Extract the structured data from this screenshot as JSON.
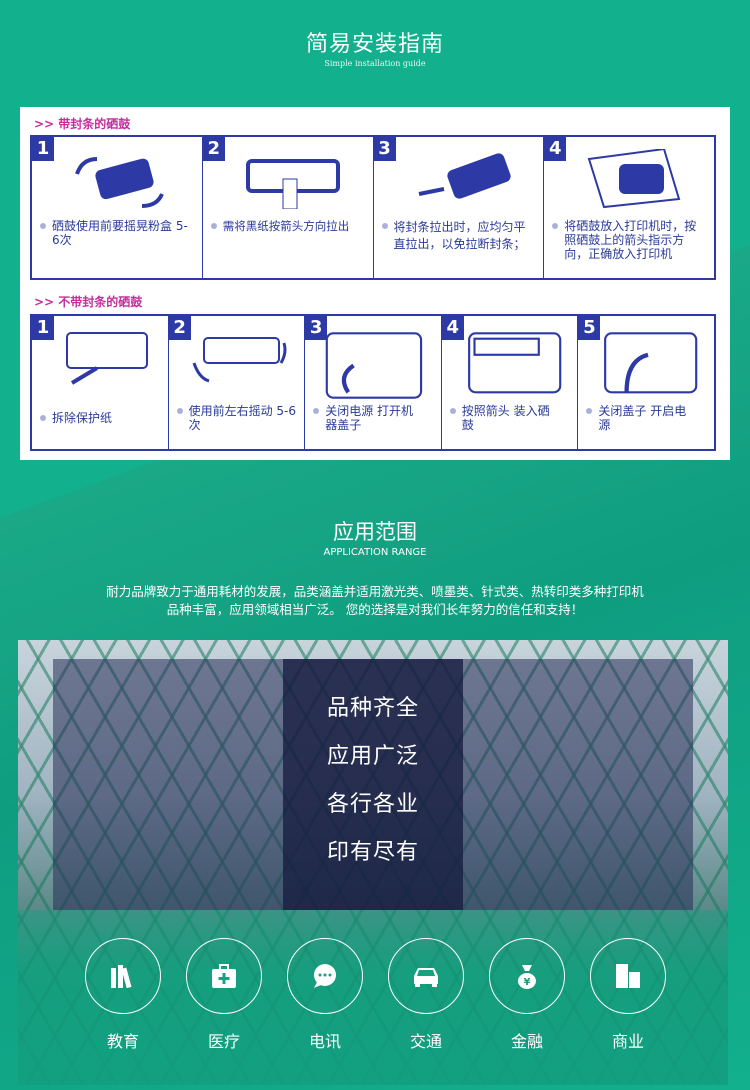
{
  "install": {
    "title": "简易安装指南",
    "subtitle": "Simple installation guide",
    "with_strip": {
      "heading": ">> 带封条的硒鼓",
      "steps": [
        {
          "num": "1",
          "text": "硒鼓使用前要摇晃粉盒 5-6次"
        },
        {
          "num": "2",
          "text": "需将黑纸按箭头方向拉出"
        },
        {
          "num": "3",
          "text": "将封条拉出时，应均匀平直拉出，以免拉断封条；"
        },
        {
          "num": "4",
          "text": "将硒鼓放入打印机时，按照硒鼓上的箭头指示方向，正确放入打印机"
        }
      ]
    },
    "without_strip": {
      "heading": ">> 不带封条的硒鼓",
      "steps": [
        {
          "num": "1",
          "text": "拆除保护纸"
        },
        {
          "num": "2",
          "text": "使用前左右摇动 5-6次"
        },
        {
          "num": "3",
          "text": "关闭电源 打开机器盖子"
        },
        {
          "num": "4",
          "text": "按照箭头 装入硒鼓"
        },
        {
          "num": "5",
          "text": "关闭盖子 开启电源"
        }
      ]
    }
  },
  "application": {
    "title": "应用范围",
    "subtitle": "APPLICATION RANGE",
    "desc_line1": "耐力品牌致力于通用耗材的发展，品类涵盖并适用激光类、喷墨类、针式类、热转印类多种打印机",
    "desc_line2": "品种丰富，应用领域相当广泛。 您的选择是对我们长年努力的信任和支持！",
    "features": [
      "品种齐全",
      "应用广泛",
      "各行各业",
      "印有尽有"
    ],
    "categories": [
      {
        "label": "教育",
        "icon": "books-icon"
      },
      {
        "label": "医疗",
        "icon": "medical-kit-icon"
      },
      {
        "label": "电讯",
        "icon": "chat-bubble-icon"
      },
      {
        "label": "交通",
        "icon": "car-icon"
      },
      {
        "label": "金融",
        "icon": "money-bag-icon"
      },
      {
        "label": "商业",
        "icon": "buildings-icon"
      }
    ]
  },
  "colors": {
    "background": "#10ad8a",
    "guide_blue": "#2d3aa6",
    "heading_magenta": "#c42f9e"
  }
}
